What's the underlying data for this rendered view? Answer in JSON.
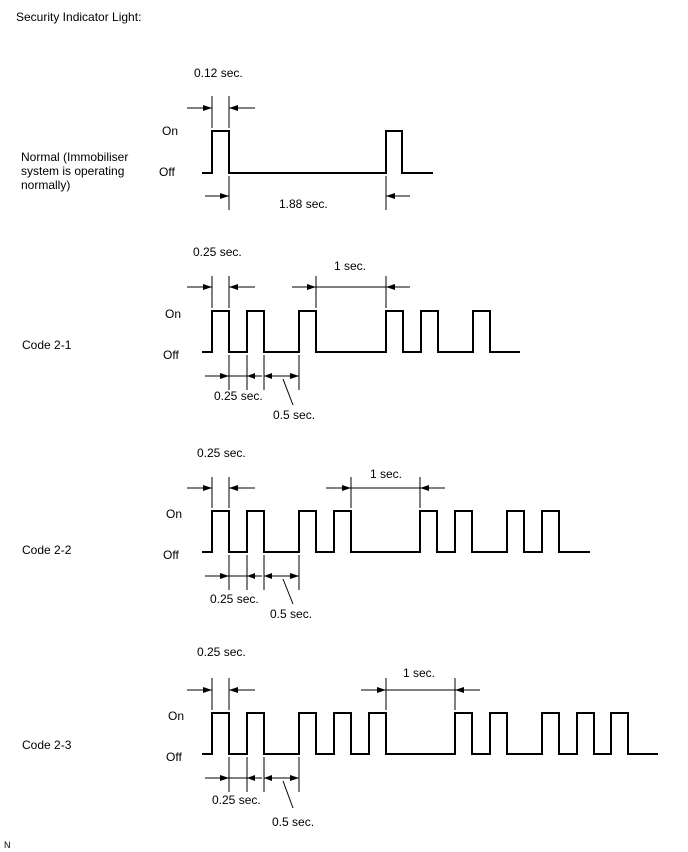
{
  "title": "Security Indicator Light:",
  "on_label": "On",
  "off_label": "Off",
  "normal": {
    "label_lines": [
      "Normal (Immobiliser",
      "system is operating",
      "normally)"
    ],
    "pulse_width": "0.12 sec.",
    "interval": "1.88 sec."
  },
  "code21": {
    "label": "Code 2-1",
    "pulse": "0.25 sec.",
    "off_short": "0.25 sec.",
    "off_mid": "0.5 sec.",
    "gap": "1 sec."
  },
  "code22": {
    "label": "Code 2-2",
    "pulse": "0.25 sec.",
    "off_short": "0.25 sec.",
    "off_mid": "0.5 sec.",
    "gap": "1 sec."
  },
  "code23": {
    "label": "Code 2-3",
    "pulse": "0.25 sec.",
    "off_short": "0.25 sec.",
    "off_mid": "0.5 sec.",
    "gap": "1 sec."
  },
  "footer_mark": "N"
}
